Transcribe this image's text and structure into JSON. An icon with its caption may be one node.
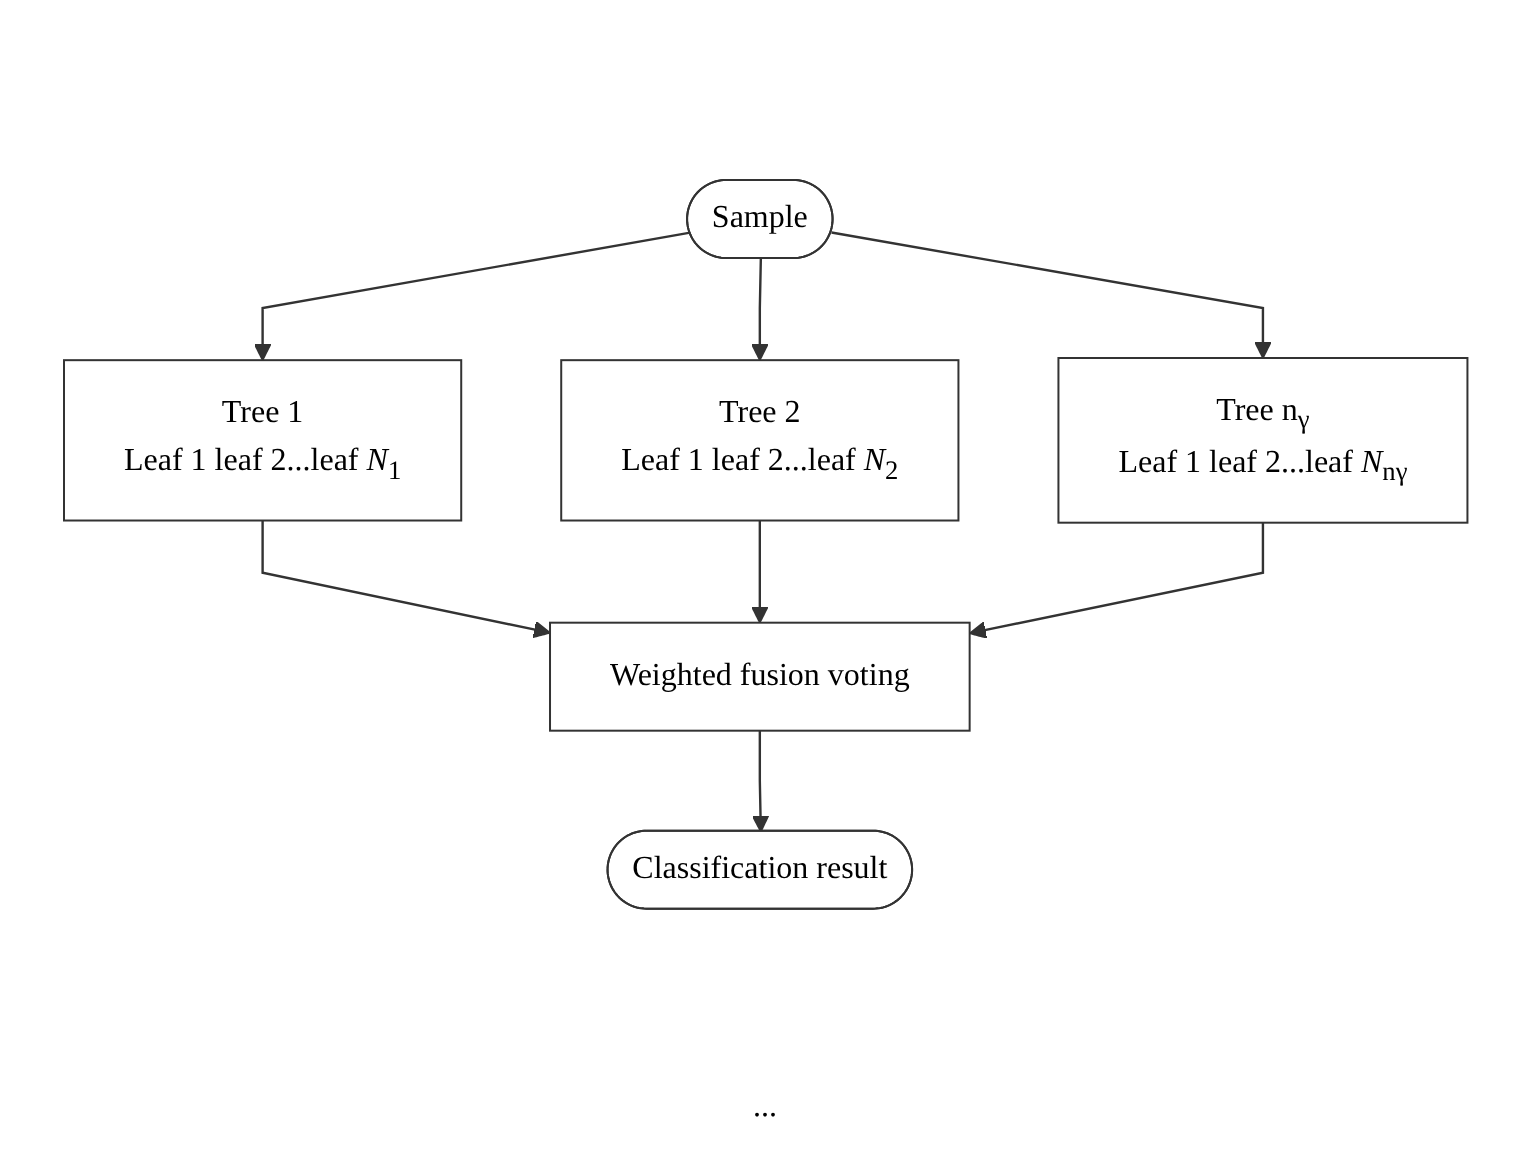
{
  "diagram": {
    "nodes": [
      {
        "text": [
          "Sample"
        ]
      },
      {
        "text": [
          "Tree 1",
          "Leaf 1 leaf 2...leaf *N*$_{1}$"
        ]
      },
      {
        "text": [
          "Tree 2",
          "Leaf 1 leaf 2...leaf *N*$_{2}$"
        ]
      },
      {
        "text": [
          "Tree n$_{γ}$",
          "Leaf 1 leaf 2...leaf *N*$_{nγ}$"
        ]
      },
      {
        "text": [
          "Weighted fusion voting"
        ]
      },
      {
        "text": [
          "Classification result"
        ]
      }
    ],
    "edges": [
      {
        "from": 0,
        "to": 1,
        "arrow": "to"
      },
      {
        "from": 0,
        "to": 2,
        "arrow": "to"
      },
      {
        "from": 0,
        "to": 3,
        "arrow": "to"
      },
      {
        "from": 1,
        "to": 4,
        "arrow": "to"
      },
      {
        "from": 2,
        "to": 4,
        "arrow": "to"
      },
      {
        "from": 3,
        "to": 4,
        "arrow": "to"
      },
      {
        "from": 4,
        "to": 5,
        "arrow": "to"
      }
    ],
    "labels": [
      "..."
    ]
  }
}
